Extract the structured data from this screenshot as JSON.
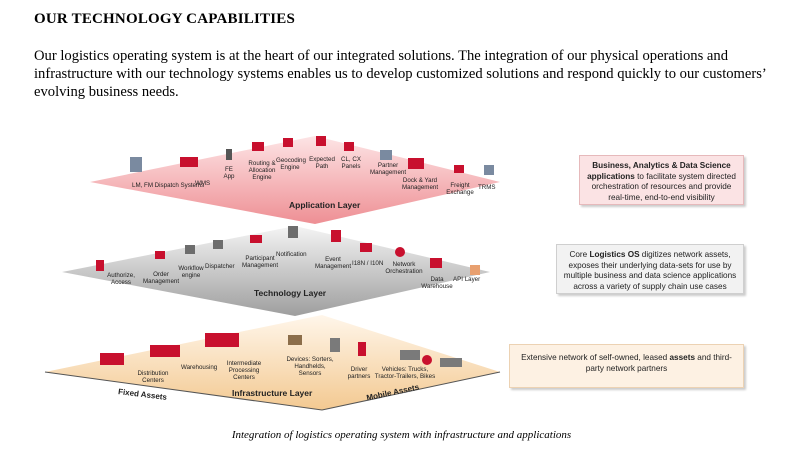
{
  "heading": "OUR TECHNOLOGY CAPABILITIES",
  "intro": "Our logistics operating system is at the heart of our integrated solutions. The integration of our physical operations and infrastructure with our technology systems enables us to develop customized solutions and respond quickly to our customers’ evolving business needs.",
  "colors": {
    "application": "#f2a7aa",
    "technology": "#bdbdbd",
    "infrastructure": "#f7d9b8",
    "accent": "#c8102e"
  },
  "layers": {
    "application": {
      "title": "Application Layer",
      "items": [
        "LM, FM Dispatch Systems",
        "WMS",
        "FE App",
        "Routing & Allocation Engine",
        "Geocoding Engine",
        "Expected Path",
        "CL, CX Panels",
        "Partner Management",
        "Dock & Yard Management",
        "Freight Exchange",
        "TRMS"
      ]
    },
    "technology": {
      "title": "Technology Layer",
      "items": [
        "Authorize, Access",
        "Order Management",
        "Workflow engine",
        "Dispatcher",
        "Participant Management",
        "Notification",
        "Event Management",
        "I18N / I10N",
        "Network Orchestration",
        "Data Warehouse",
        "API Layer"
      ]
    },
    "infrastructure": {
      "title": "Infrastructure Layer",
      "items": [
        "Distribution Centers",
        "Warehousing",
        "Intermediate Processing Centers",
        "Devices: Sorters, Handhelds, Sensors",
        "Driver partners",
        "Vehicles: Trucks, Tractor-Trailers, Bikes"
      ]
    }
  },
  "fixed_assets": "Fixed Assets",
  "mobile_assets": "Mobile Assets",
  "callouts": {
    "application": {
      "bold": "Business, Analytics & Data Science applications",
      "rest": " to facilitate system directed orchestration of resources and provide real-time, end-to-end visibility"
    },
    "technology": {
      "pre": "Core ",
      "bold": "Logistics OS",
      "rest": " digitizes network assets, exposes their underlying data-sets for use by multiple business and data science applications across a variety of supply chain use cases"
    },
    "infrastructure": {
      "pre": "Extensive network of self-owned, leased ",
      "bold": "assets",
      "rest": " and third-party network partners"
    }
  },
  "caption": "Integration of logistics operating system with infrastructure and applications"
}
